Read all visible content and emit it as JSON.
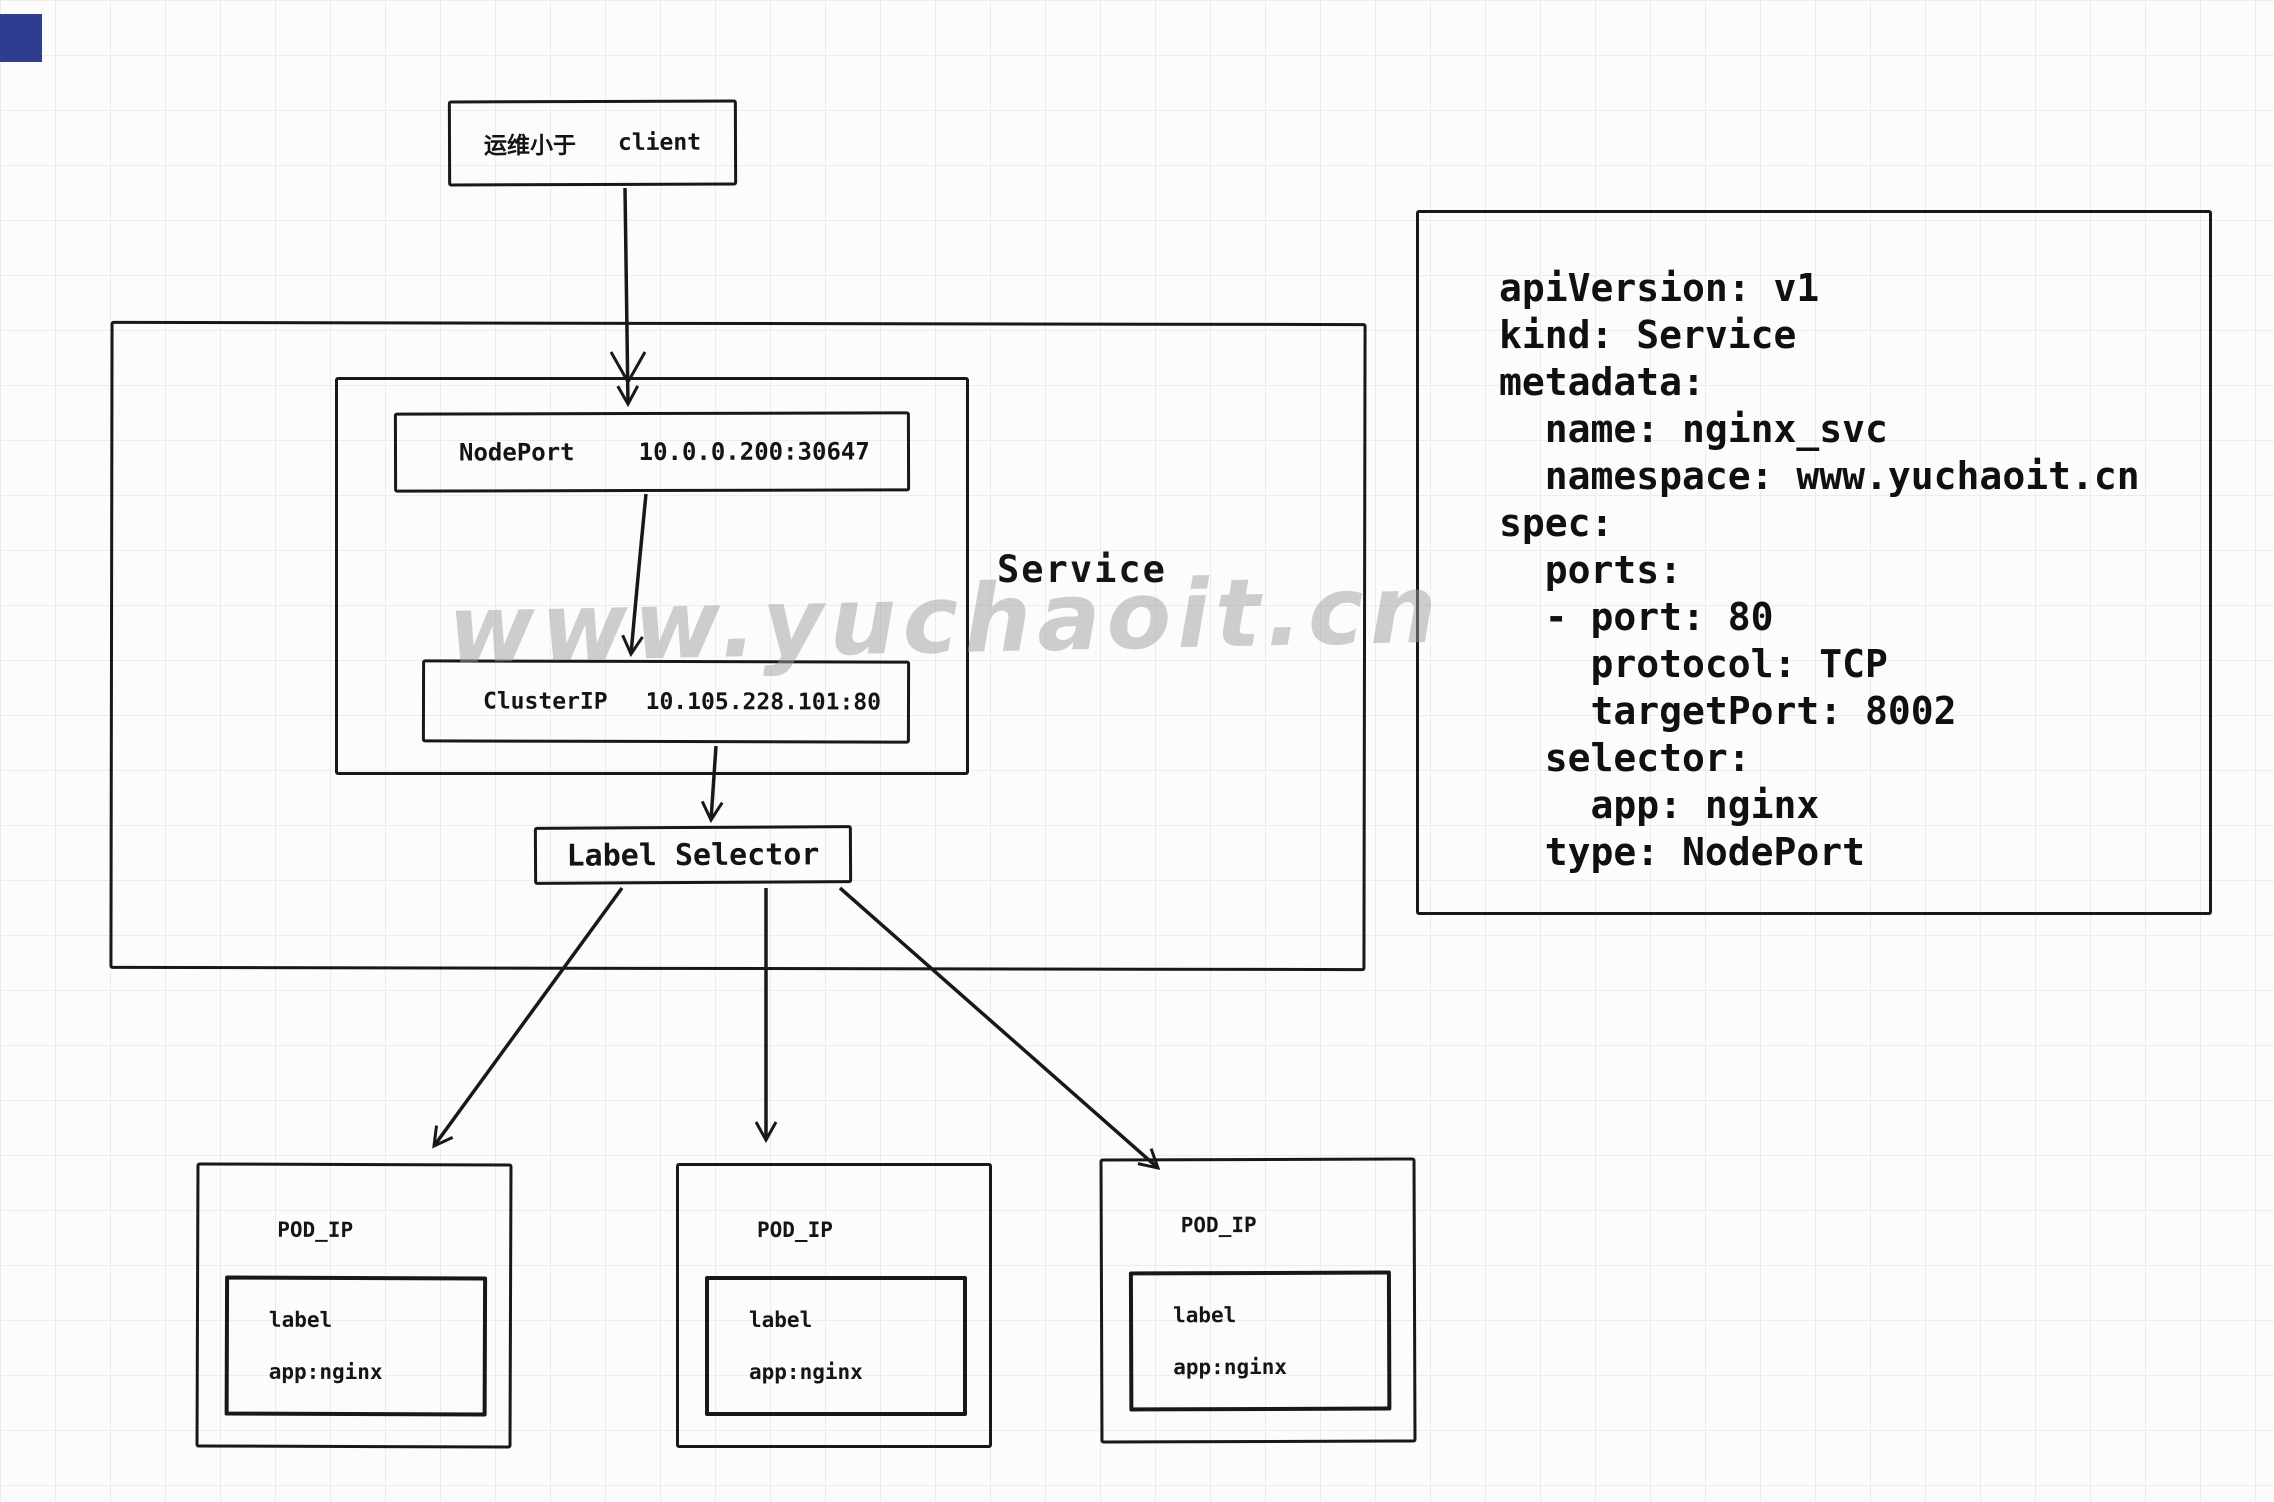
{
  "watermark": "www.yuchaoit.cn",
  "client": {
    "label_cn": "运维小于",
    "label_en": "client"
  },
  "service": {
    "title": "Service",
    "nodeport_label": "NodePort",
    "nodeport_value": "10.0.0.200:30647",
    "clusterip_label": "ClusterIP",
    "clusterip_value": "10.105.228.101:80",
    "selector_label": "Label Selector"
  },
  "pods": [
    {
      "title": "POD_IP",
      "label": "label",
      "app": "app:nginx"
    },
    {
      "title": "POD_IP",
      "label": "label",
      "app": "app:nginx"
    },
    {
      "title": "POD_IP",
      "label": "label",
      "app": "app:nginx"
    }
  ],
  "yaml": {
    "lines": [
      "apiVersion: v1",
      "kind: Service",
      "metadata:",
      "  name: nginx_svc",
      "  namespace: www.yuchaoit.cn",
      "spec:",
      "  ports:",
      "  - port: 80",
      "    protocol: TCP",
      "    targetPort: 8002",
      "  selector:",
      "    app: nginx",
      "  type: NodePort"
    ]
  },
  "colors": {
    "ink": "#181818",
    "paper": "#fcfcfc",
    "grid": "#ececec",
    "watermark_gray": "#9e9e9e",
    "corner_chip": "#2e3d8f"
  }
}
